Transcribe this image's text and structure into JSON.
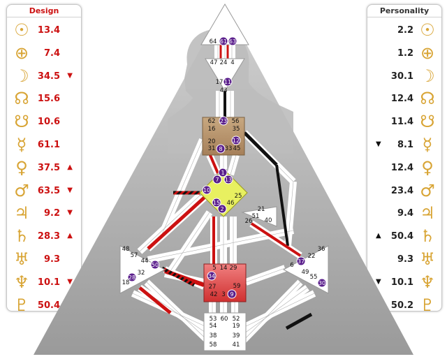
{
  "design": {
    "header": "Design",
    "rows": [
      {
        "planet": "sun-icon",
        "glyph": "☉",
        "value": "13.4",
        "arrow": ""
      },
      {
        "planet": "earth-icon",
        "glyph": "⊕",
        "value": "7.4",
        "arrow": ""
      },
      {
        "planet": "moon-icon",
        "glyph": "☽",
        "value": "34.5",
        "arrow": "▼"
      },
      {
        "planet": "north-node-icon",
        "glyph": "☊",
        "value": "15.6",
        "arrow": ""
      },
      {
        "planet": "south-node-icon",
        "glyph": "☋",
        "value": "10.6",
        "arrow": ""
      },
      {
        "planet": "mercury-icon",
        "glyph": "☿",
        "value": "61.1",
        "arrow": ""
      },
      {
        "planet": "venus-icon",
        "glyph": "♀",
        "value": "37.5",
        "arrow": "▲"
      },
      {
        "planet": "mars-icon",
        "glyph": "♂",
        "value": "63.5",
        "arrow": "▼"
      },
      {
        "planet": "jupiter-icon",
        "glyph": "♃",
        "value": "9.2",
        "arrow": "▼"
      },
      {
        "planet": "saturn-icon",
        "glyph": "♄",
        "value": "28.3",
        "arrow": "▲"
      },
      {
        "planet": "uranus-icon",
        "glyph": "♅",
        "value": "9.3",
        "arrow": ""
      },
      {
        "planet": "neptune-icon",
        "glyph": "♆",
        "value": "10.1",
        "arrow": "▼"
      },
      {
        "planet": "pluto-icon",
        "glyph": "♇",
        "value": "50.4",
        "arrow": "▲"
      }
    ]
  },
  "personality": {
    "header": "Personality",
    "rows": [
      {
        "planet": "sun-icon",
        "glyph": "☉",
        "value": "2.2",
        "arrow": ""
      },
      {
        "planet": "earth-icon",
        "glyph": "⊕",
        "value": "1.2",
        "arrow": ""
      },
      {
        "planet": "moon-icon",
        "glyph": "☽",
        "value": "30.1",
        "arrow": ""
      },
      {
        "planet": "north-node-icon",
        "glyph": "☊",
        "value": "12.4",
        "arrow": ""
      },
      {
        "planet": "south-node-icon",
        "glyph": "☋",
        "value": "11.4",
        "arrow": ""
      },
      {
        "planet": "mercury-icon",
        "glyph": "☿",
        "value": "8.1",
        "arrow": "▼"
      },
      {
        "planet": "venus-icon",
        "glyph": "♀",
        "value": "12.4",
        "arrow": ""
      },
      {
        "planet": "mars-icon",
        "glyph": "♂",
        "value": "23.4",
        "arrow": ""
      },
      {
        "planet": "jupiter-icon",
        "glyph": "♃",
        "value": "9.4",
        "arrow": ""
      },
      {
        "planet": "saturn-icon",
        "glyph": "♄",
        "value": "50.4",
        "arrow": "▲"
      },
      {
        "planet": "uranus-icon",
        "glyph": "♅",
        "value": "9.3",
        "arrow": ""
      },
      {
        "planet": "neptune-icon",
        "glyph": "♆",
        "value": "10.1",
        "arrow": "▼"
      },
      {
        "planet": "pluto-icon",
        "glyph": "♇",
        "value": "50.2",
        "arrow": ""
      }
    ]
  },
  "colors": {
    "design": "#cc1111",
    "personality": "#222222",
    "glyph": "#d8a434",
    "activated_gate": "#5a1e8c",
    "g_center": "#e8f060",
    "sacral": "#e05050",
    "throat": "#b8926a"
  },
  "centers": {
    "head": [
      "64",
      "61",
      "63"
    ],
    "ajna": [
      "47",
      "24",
      "4",
      "17",
      "11",
      "43"
    ],
    "throat": [
      "62",
      "23",
      "56",
      "16",
      "35",
      "20",
      "12",
      "31",
      "8",
      "33",
      "45"
    ],
    "g": [
      "1",
      "7",
      "13",
      "10",
      "25",
      "15",
      "2",
      "46"
    ],
    "ego": [
      "21",
      "51",
      "26",
      "40"
    ],
    "spleen": [
      "48",
      "57",
      "44",
      "50",
      "32",
      "28",
      "18"
    ],
    "solar_plexus": [
      "36",
      "22",
      "6",
      "37",
      "49",
      "55",
      "30"
    ],
    "sacral": [
      "5",
      "14",
      "29",
      "34",
      "27",
      "59",
      "42",
      "3",
      "9"
    ],
    "root": [
      "53",
      "60",
      "52",
      "54",
      "19",
      "38",
      "39",
      "58",
      "41"
    ]
  },
  "activated_gates": [
    "61",
    "63",
    "11",
    "23",
    "12",
    "8",
    "1",
    "13",
    "7",
    "10",
    "15",
    "2",
    "50",
    "34",
    "28",
    "9",
    "37",
    "30"
  ]
}
